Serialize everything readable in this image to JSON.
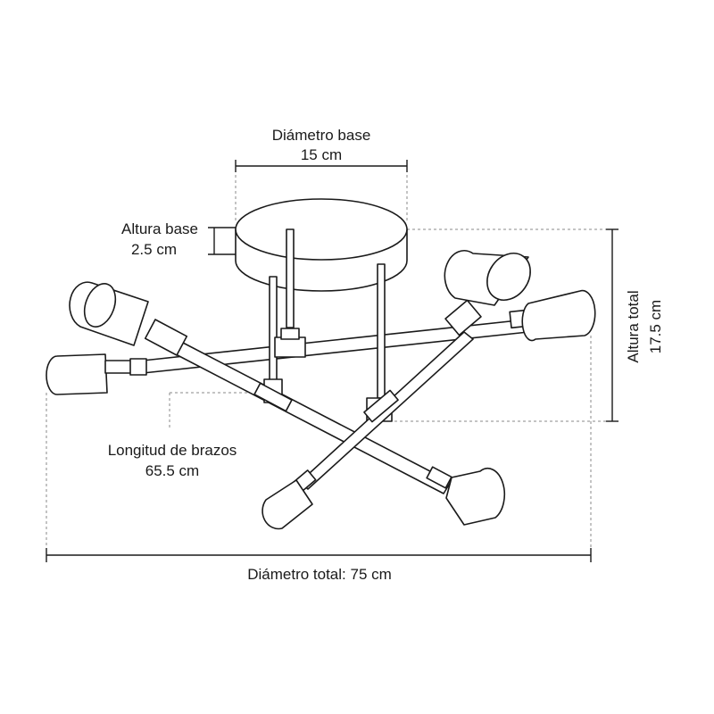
{
  "labels": {
    "base_diameter": {
      "title": "Diámetro base",
      "value": "15 cm"
    },
    "base_height": {
      "title": "Altura base",
      "value": "2.5 cm"
    },
    "total_height": {
      "title": "Altura total",
      "value": "17.5 cm"
    },
    "arm_length": {
      "title": "Longitud de brazos",
      "value": "65.5 cm"
    },
    "total_diameter": {
      "text": "Diámetro total: 75 cm"
    }
  },
  "colors": {
    "line": "#1a1a1a",
    "dashed_guide": "#8a8a8a",
    "background": "#ffffff"
  }
}
